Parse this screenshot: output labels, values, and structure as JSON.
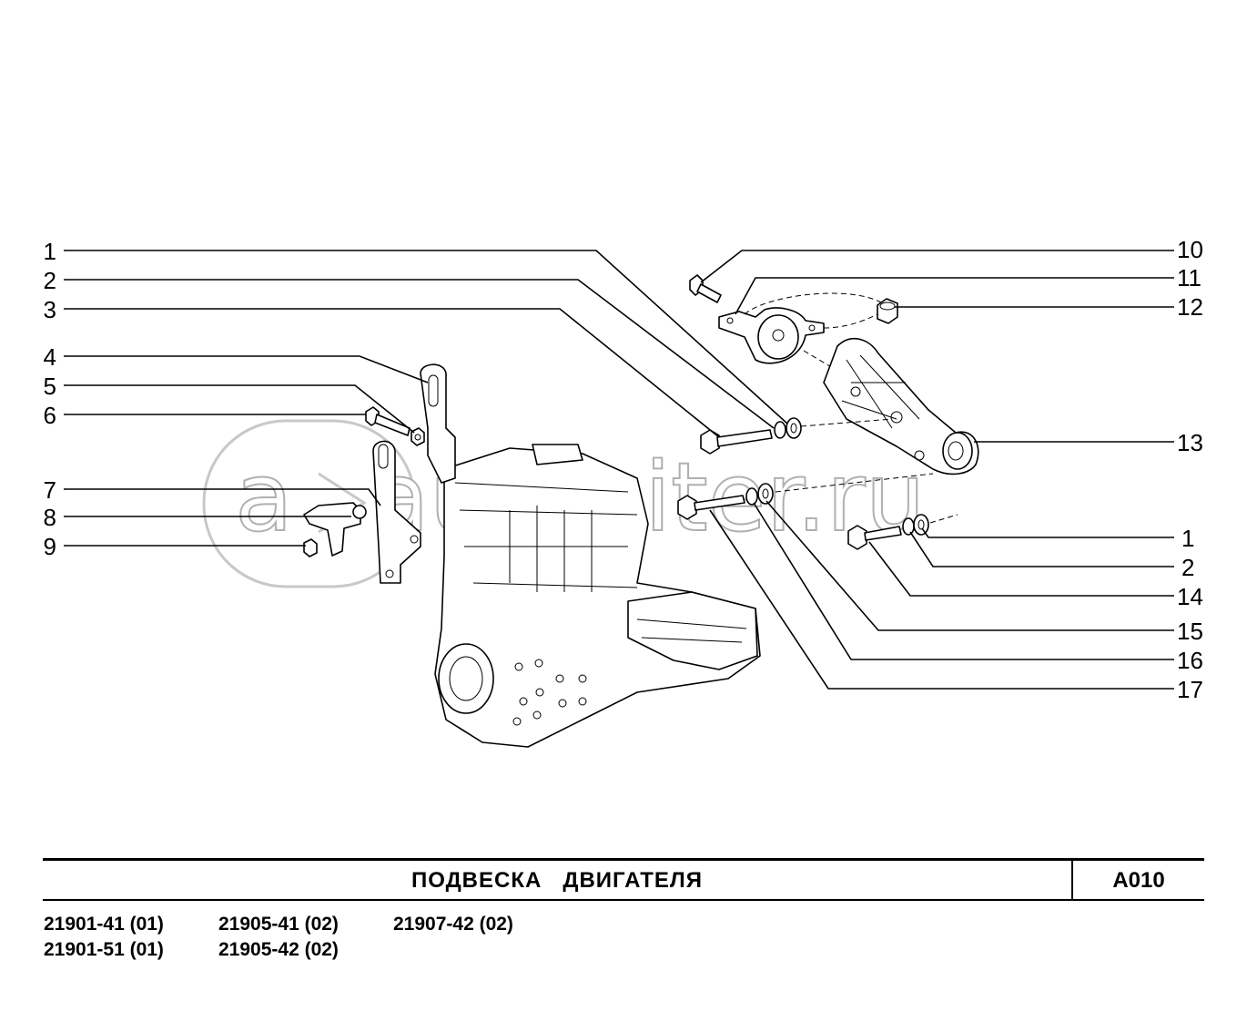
{
  "watermark": "autopiter.ru",
  "callouts_left": [
    "1",
    "2",
    "3",
    "4",
    "5",
    "6",
    "7",
    "8",
    "9"
  ],
  "callouts_right": [
    "10",
    "11",
    "12",
    "13",
    "1",
    "2",
    "14",
    "15",
    "16",
    "17"
  ],
  "title": "ПОДВЕСКА   ДВИГАТЕЛЯ",
  "sheet_code": "A010",
  "models": [
    [
      "21901-41 (01)",
      "21901-51 (01)"
    ],
    [
      "21905-41 (02)",
      "21905-42 (02)"
    ],
    [
      "21907-42 (02)"
    ]
  ]
}
